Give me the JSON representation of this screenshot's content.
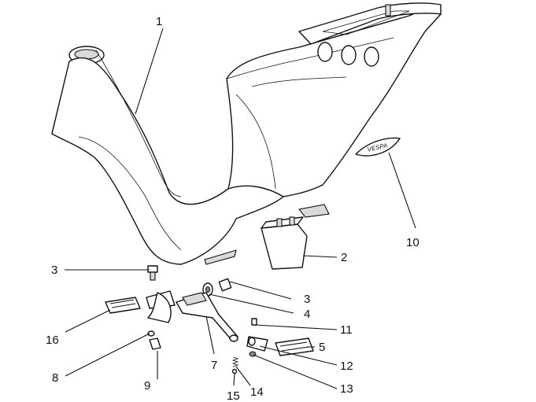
{
  "callouts": [
    {
      "id": "c1",
      "text": "1"
    },
    {
      "id": "c2",
      "text": "2"
    },
    {
      "id": "c3a",
      "text": "3"
    },
    {
      "id": "c3b",
      "text": "3"
    },
    {
      "id": "c4",
      "text": "4"
    },
    {
      "id": "c5",
      "text": "5"
    },
    {
      "id": "c7",
      "text": "7"
    },
    {
      "id": "c8",
      "text": "8"
    },
    {
      "id": "c9",
      "text": "9"
    },
    {
      "id": "c10",
      "text": "10"
    },
    {
      "id": "c11",
      "text": "11"
    },
    {
      "id": "c12",
      "text": "12"
    },
    {
      "id": "c13",
      "text": "13"
    },
    {
      "id": "c14",
      "text": "14"
    },
    {
      "id": "c15",
      "text": "15"
    },
    {
      "id": "c16",
      "text": "16"
    }
  ],
  "badge": {
    "text": "VESPA"
  }
}
